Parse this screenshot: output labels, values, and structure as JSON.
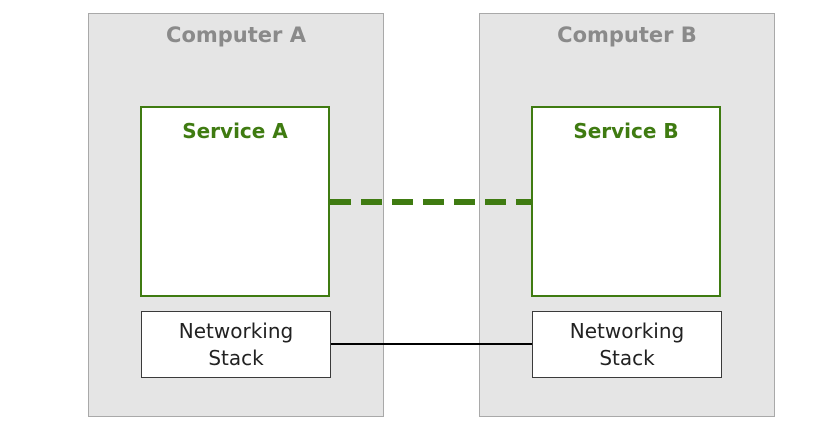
{
  "computers": [
    {
      "title": "Computer A"
    },
    {
      "title": "Computer B"
    }
  ],
  "services": [
    {
      "title": "Service A"
    },
    {
      "title": "Service B"
    }
  ],
  "stacks": [
    {
      "label": "Networking Stack"
    },
    {
      "label": "Networking Stack"
    }
  ],
  "colors": {
    "computer_fill": "#e5e5e5",
    "computer_border": "#a9a9a9",
    "computer_title": "#8a8a8a",
    "service_accent": "#3f7b11",
    "stack_border": "#3a3a3a",
    "network_link": "#000000"
  }
}
